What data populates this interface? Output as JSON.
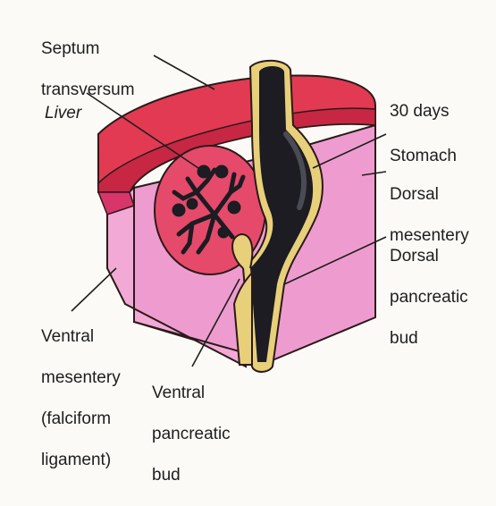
{
  "labels": {
    "septum_transversum": [
      "Septum",
      "transversum"
    ],
    "liver": "Liver",
    "age": "30 days",
    "stomach": "Stomach",
    "dorsal_mesentery": [
      "Dorsal",
      "mesentery"
    ],
    "dorsal_pancreatic_bud": [
      "Dorsal",
      "pancreatic",
      "bud"
    ],
    "ventral_mesentery": [
      "Ventral",
      "mesentery",
      "(falciform",
      "ligament)"
    ],
    "ventral_pancreatic_bud": [
      "Ventral",
      "pancreatic",
      "bud"
    ]
  },
  "colors": {
    "septum_red": "#e23a52",
    "mesentery_pink": "#ee9ccf",
    "liver_red": "#e64a6a",
    "gut_lumen": "#1c1c22",
    "gut_wall": "#e8cf7a",
    "outline": "#2a1a1a"
  }
}
